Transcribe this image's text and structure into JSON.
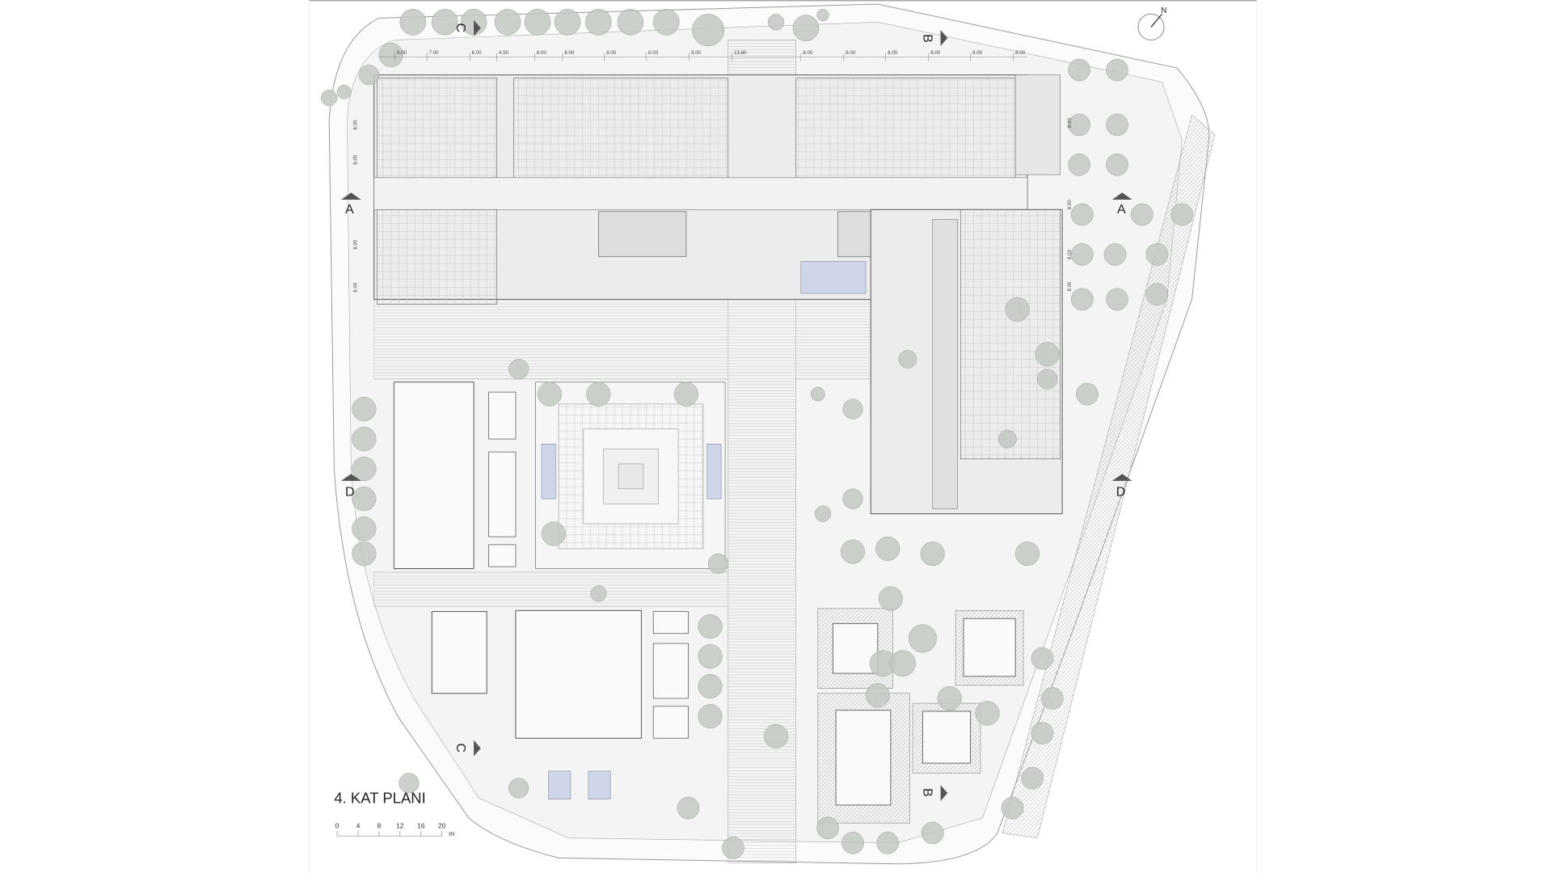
{
  "drawing": {
    "title": "4. KAT PLANI",
    "north_label": "N",
    "scale_bar": {
      "ticks": [
        "0",
        "4",
        "8",
        "12",
        "16",
        "20"
      ],
      "unit": "m"
    },
    "section_marks": {
      "a_left": "A",
      "a_right": "A",
      "b_top": "B",
      "b_bottom": "B",
      "c_top": "C",
      "c_bottom": "C",
      "d_left": "D",
      "d_right": "D"
    },
    "top_dimensions": [
      "6.00",
      "7.00",
      "6.00",
      "4.50",
      "8.00",
      "8.00",
      "8.00",
      "8.00",
      "8.00",
      "13.60",
      "8.00",
      "8.00",
      "8.00",
      "8.00",
      "8.00",
      "8.00"
    ],
    "left_dimensions": [
      "8.00",
      "8.00",
      "8.00",
      "8.00"
    ],
    "right_dimensions": [
      "8.00",
      "8.00",
      "8.00",
      "8.00"
    ],
    "colors": {
      "building": "#e6e7e6",
      "tree": "#c3c8c2",
      "line": "#8a8a8a",
      "water": "#cfd6ea"
    }
  }
}
